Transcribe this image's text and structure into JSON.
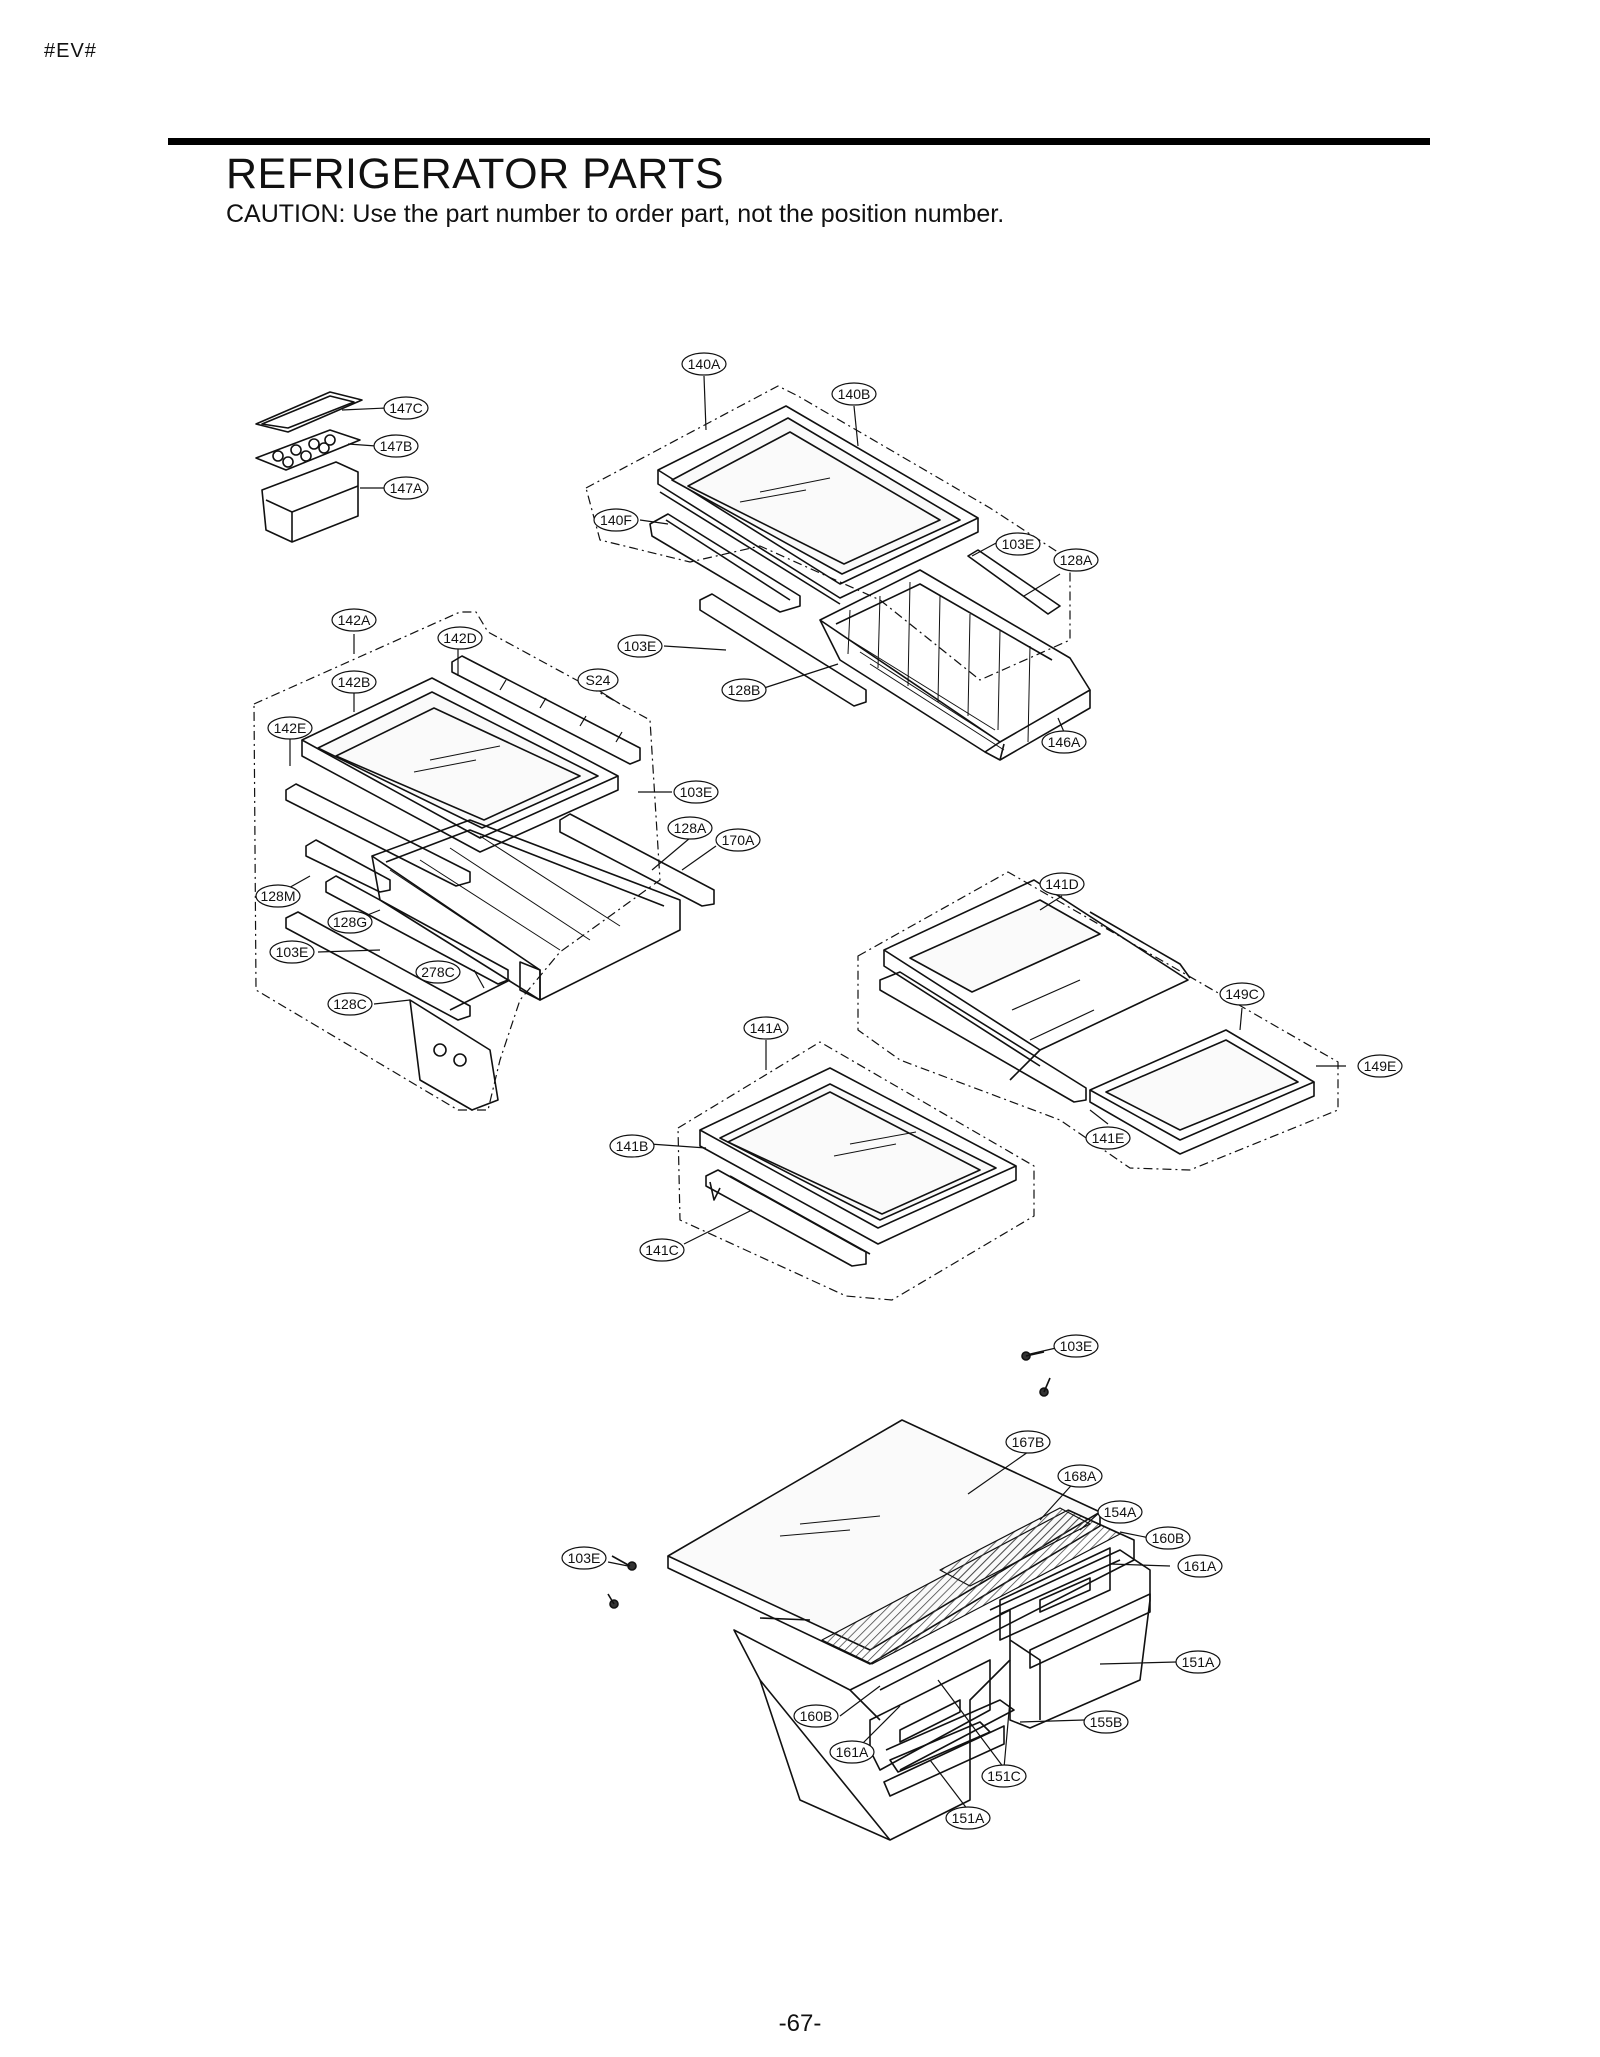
{
  "header": {
    "tag": "#EV#"
  },
  "title": "REFRIGERATOR PARTS",
  "caution": "CAUTION: Use the part number to order part, not the position number.",
  "page_number": "-67-",
  "callouts": {
    "c147C": "147C",
    "c147B": "147B",
    "c147A": "147A",
    "c140A": "140A",
    "c140B": "140B",
    "c140F": "140F",
    "c103E_a": "103E",
    "c128A_a": "128A",
    "c103E_b": "103E",
    "c128B": "128B",
    "c146A": "146A",
    "c142A": "142A",
    "c142D": "142D",
    "c142B": "142B",
    "cS24": "S24",
    "c142E": "142E",
    "c103E_c": "103E",
    "c128A_b": "128A",
    "c170A": "170A",
    "c128M": "128M",
    "c128G": "128G",
    "c103E_d": "103E",
    "c278C": "278C",
    "c128C": "128C",
    "c141D": "141D",
    "c149C": "149C",
    "c149E": "149E",
    "c141E": "141E",
    "c141A": "141A",
    "c141B": "141B",
    "c141C": "141C",
    "c103E_e": "103E",
    "c167B": "167B",
    "c168A": "168A",
    "c154A": "154A",
    "c160B_a": "160B",
    "c161A_a": "161A",
    "c103E_f": "103E",
    "c151A_a": "151A",
    "c155B": "155B",
    "c160B_b": "160B",
    "c161A_b": "161A",
    "c151C": "151C",
    "c151A_b": "151A"
  }
}
